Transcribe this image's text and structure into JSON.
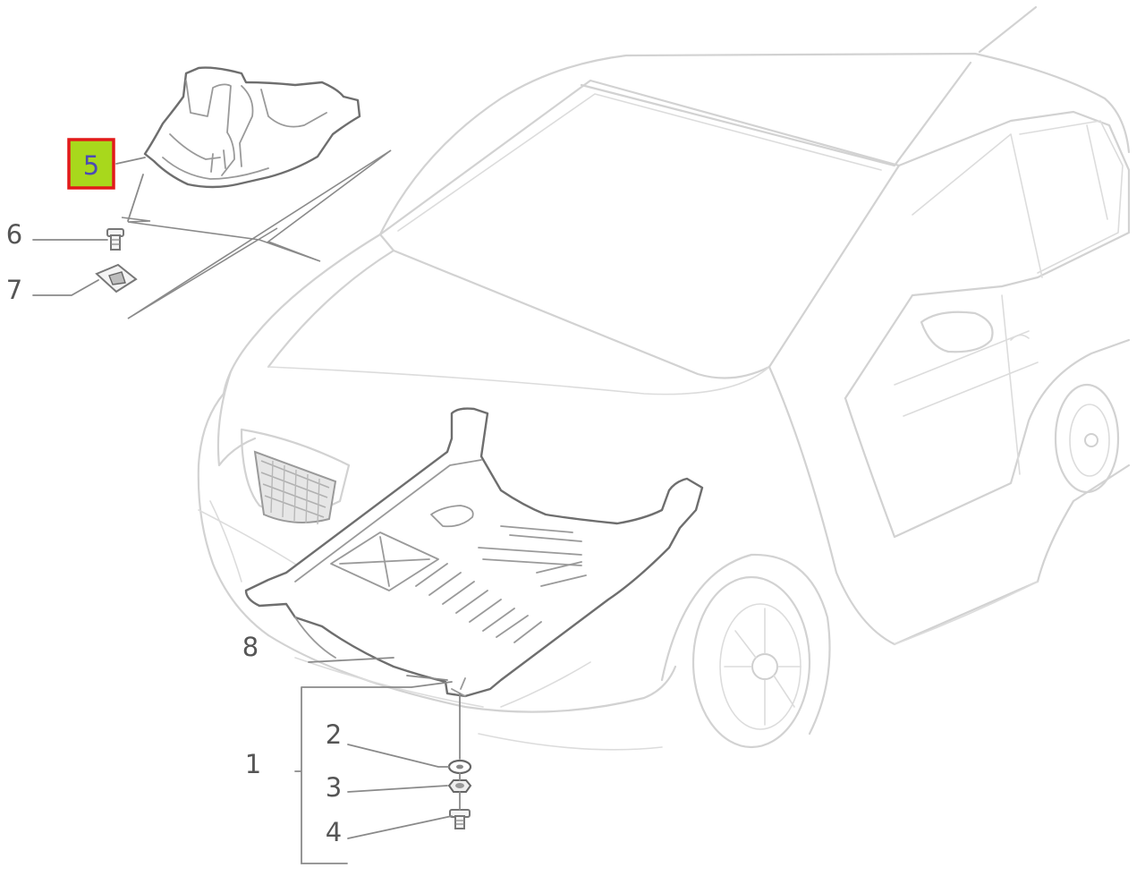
{
  "diagram": {
    "labels": {
      "l1": "1",
      "l2": "2",
      "l3": "3",
      "l4": "4",
      "l5": "5",
      "l6": "6",
      "l7": "7",
      "l8": "8"
    },
    "highlight": {
      "label": "5",
      "fill": "#a8d81c",
      "border": "#e21a1a"
    }
  }
}
